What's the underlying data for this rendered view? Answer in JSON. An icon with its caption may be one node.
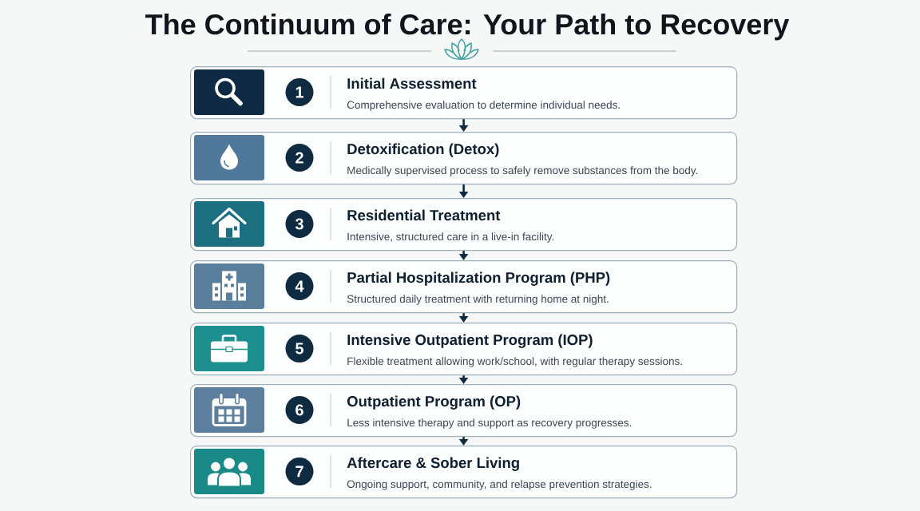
{
  "diagram": {
    "title": "The Continuum of Care: Your Path to Recovery",
    "nodes": [
      {
        "text": [
          "Initial Assessment",
          "Comprehensive evaluation to determine individual needs."
        ]
      },
      {
        "text": [
          "1"
        ],
        "in": 0
      },
      {
        "text": [
          "Detoxification (Detox)",
          "Medically supervised process to safely remove substances from the body."
        ]
      },
      {
        "text": [
          "2"
        ],
        "in": 2
      },
      {
        "text": [
          "Residential Treatment",
          "Intensive, structured care in a live-in facility."
        ]
      },
      {
        "text": [
          "3"
        ],
        "in": 4
      },
      {
        "text": [
          "Partial Hospitalization Program (PHP)",
          "Structured daily treatment with returning home at night."
        ]
      },
      {
        "text": [
          "4"
        ],
        "in": 6
      },
      {
        "text": [
          "Intensive Outpatient Program (IOP)",
          "Flexible treatment allowing work/school, with regular therapy sessions."
        ]
      },
      {
        "text": [
          "5"
        ],
        "in": 8
      },
      {
        "text": [
          "Outpatient Program (OP)",
          "Less intensive therapy and support as recovery progresses."
        ]
      },
      {
        "text": [
          "6"
        ],
        "in": 10
      },
      {
        "text": [
          "Aftercare & Sober Living",
          "Ongoing support, community, and relapse prevention strategies."
        ]
      },
      {
        "text": [
          "7"
        ],
        "in": 12
      }
    ],
    "edges": [
      {
        "from": 0,
        "to": 2,
        "arrow": "to"
      },
      {
        "from": 2,
        "to": 4,
        "arrow": "to"
      },
      {
        "from": 4,
        "to": 6,
        "arrow": "to"
      },
      {
        "from": 6,
        "to": 8,
        "arrow": "to"
      },
      {
        "from": 8,
        "to": 10,
        "arrow": "to"
      },
      {
        "from": 10,
        "to": 12,
        "arrow": "to"
      }
    ]
  }
}
